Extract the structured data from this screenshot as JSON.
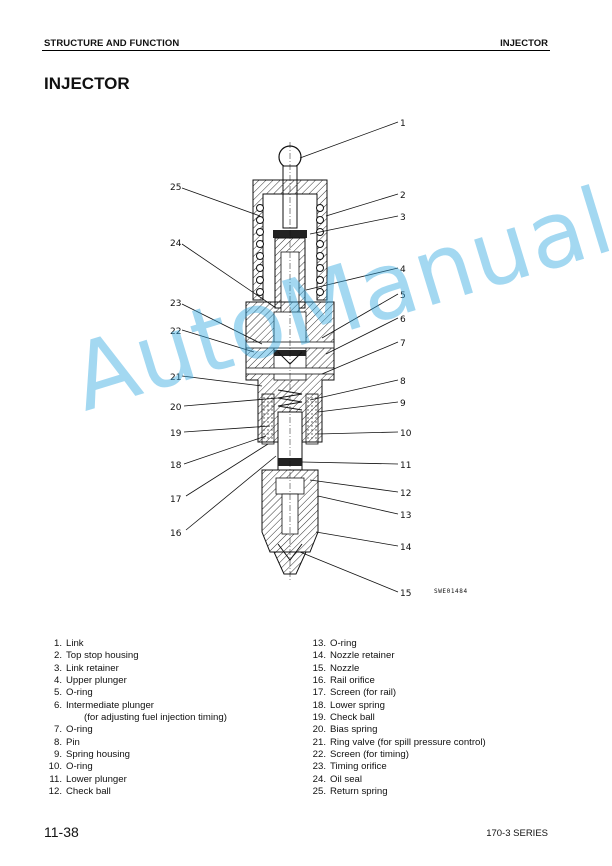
{
  "header": {
    "section": "STRUCTURE AND FUNCTION",
    "topic": "INJECTOR"
  },
  "title": "INJECTOR",
  "figure": {
    "code": "SWE01484",
    "callouts": [
      "1",
      "2",
      "3",
      "4",
      "5",
      "6",
      "7",
      "8",
      "9",
      "10",
      "11",
      "12",
      "13",
      "14",
      "15",
      "16",
      "17",
      "18",
      "19",
      "20",
      "21",
      "22",
      "23",
      "24",
      "25"
    ]
  },
  "watermark": "AutoManual",
  "parts_left": [
    {
      "n": "1.",
      "t": "Link"
    },
    {
      "n": "2.",
      "t": "Top stop housing"
    },
    {
      "n": "3.",
      "t": "Link retainer"
    },
    {
      "n": "4.",
      "t": "Upper plunger"
    },
    {
      "n": "5.",
      "t": "O-ring"
    },
    {
      "n": "6.",
      "t": "Intermediate plunger"
    },
    {
      "n": "",
      "t": "(for adjusting fuel injection timing)"
    },
    {
      "n": "7.",
      "t": "O-ring"
    },
    {
      "n": "8.",
      "t": "Pin"
    },
    {
      "n": "9.",
      "t": "Spring housing"
    },
    {
      "n": "10.",
      "t": "O-ring"
    },
    {
      "n": "11.",
      "t": "Lower plunger"
    },
    {
      "n": "12.",
      "t": "Check ball"
    }
  ],
  "parts_right": [
    {
      "n": "13.",
      "t": "O-ring"
    },
    {
      "n": "14.",
      "t": "Nozzle retainer"
    },
    {
      "n": "15.",
      "t": "Nozzle"
    },
    {
      "n": "16.",
      "t": "Rail orifice"
    },
    {
      "n": "17.",
      "t": "Screen (for rail)"
    },
    {
      "n": "18.",
      "t": "Lower spring"
    },
    {
      "n": "19.",
      "t": "Check ball"
    },
    {
      "n": "20.",
      "t": "Bias spring"
    },
    {
      "n": "21.",
      "t": "Ring valve (for spill pressure control)"
    },
    {
      "n": "22.",
      "t": "Screen (for timing)"
    },
    {
      "n": "23.",
      "t": "Timing orifice"
    },
    {
      "n": "24.",
      "t": "Oil seal"
    },
    {
      "n": "25.",
      "t": "Return spring"
    }
  ],
  "footer": {
    "page": "11-38",
    "series": "170-3 SERIES"
  }
}
